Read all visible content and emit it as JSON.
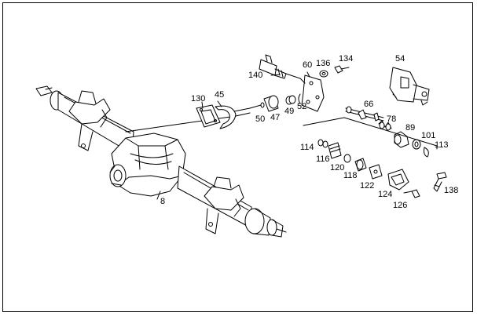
{
  "diagram": {
    "callouts": [
      {
        "id": "c140",
        "text": "140"
      },
      {
        "id": "c60",
        "text": "60"
      },
      {
        "id": "c136",
        "text": "136"
      },
      {
        "id": "c134",
        "text": "134"
      },
      {
        "id": "c54",
        "text": "54"
      },
      {
        "id": "c130",
        "text": "130"
      },
      {
        "id": "c45",
        "text": "45"
      },
      {
        "id": "c50",
        "text": "50"
      },
      {
        "id": "c47",
        "text": "47"
      },
      {
        "id": "c49",
        "text": "49"
      },
      {
        "id": "c52",
        "text": "52"
      },
      {
        "id": "c66",
        "text": "66"
      },
      {
        "id": "c78",
        "text": "78"
      },
      {
        "id": "c89",
        "text": "89"
      },
      {
        "id": "c101",
        "text": "101"
      },
      {
        "id": "c113",
        "text": "113"
      },
      {
        "id": "c114",
        "text": "114"
      },
      {
        "id": "c116",
        "text": "116"
      },
      {
        "id": "c120",
        "text": "120"
      },
      {
        "id": "c118",
        "text": "118"
      },
      {
        "id": "c122",
        "text": "122"
      },
      {
        "id": "c124",
        "text": "124"
      },
      {
        "id": "c126",
        "text": "126"
      },
      {
        "id": "c138",
        "text": "138"
      },
      {
        "id": "c8",
        "text": "8"
      }
    ]
  },
  "colors": {
    "line": "#000000",
    "background": "#ffffff"
  }
}
